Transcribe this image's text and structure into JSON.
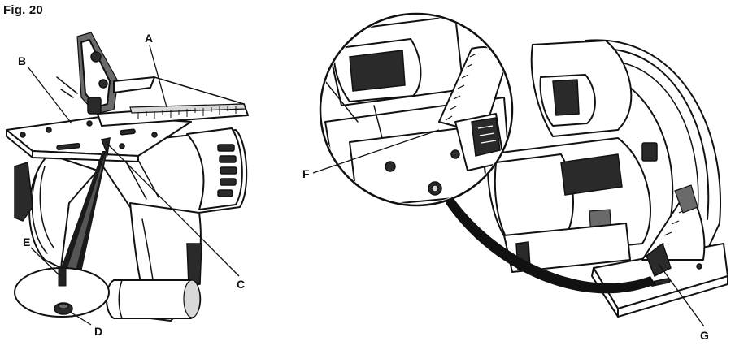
{
  "figure": {
    "title": "Fig. 20"
  },
  "callouts": {
    "A": "A",
    "B": "B",
    "C": "C",
    "D": "D",
    "E": "E",
    "F": "F",
    "G": "G"
  }
}
